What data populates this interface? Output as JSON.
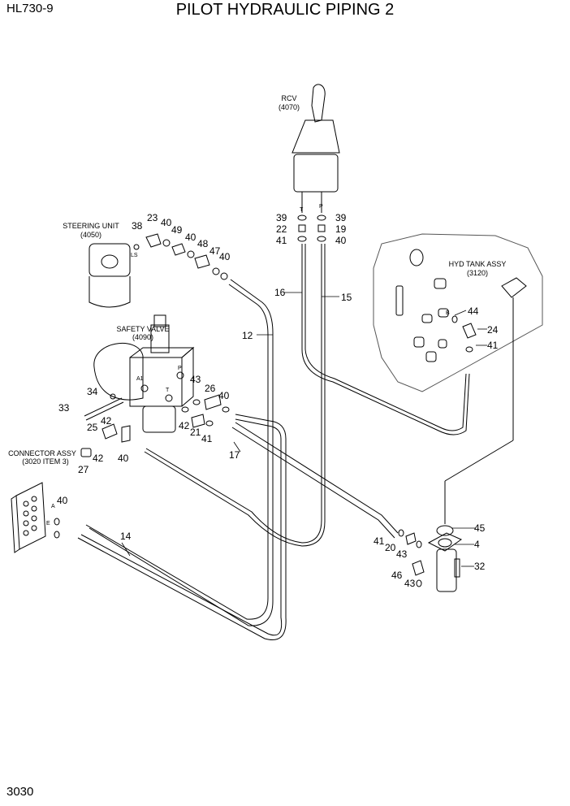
{
  "header": {
    "model": "HL730-9",
    "title": "PILOT HYDRAULIC PIPING 2"
  },
  "footer": {
    "page_number": "3030"
  },
  "components": {
    "rcv": {
      "name": "RCV",
      "code": "(4070)"
    },
    "steering": {
      "name": "STEERING UNIT",
      "code": "(4050)"
    },
    "safety_valve": {
      "name": "SAFETY VALVE",
      "code": "(4090)"
    },
    "hyd_tank": {
      "name": "HYD TANK ASSY",
      "code": "(3120)"
    },
    "connector": {
      "name": "CONNECTOR ASSY",
      "code": "(3020 ITEM 3)"
    }
  },
  "port_letters": {
    "ls": "LS",
    "a1": "A1",
    "p": "P",
    "t": "T",
    "rcv_t": "T",
    "rcv_p": "P",
    "tank_b": "B",
    "conn_a": "A",
    "conn_e": "E"
  },
  "callouts": [
    "39",
    "22",
    "41",
    "39",
    "19",
    "40",
    "16",
    "15",
    "44",
    "24",
    "41",
    "38",
    "23",
    "40",
    "49",
    "40",
    "48",
    "47",
    "40",
    "12",
    "34",
    "43",
    "26",
    "40",
    "33",
    "42",
    "25",
    "42",
    "21",
    "41",
    "17",
    "27",
    "42",
    "40",
    "40",
    "14",
    "45",
    "4",
    "41",
    "20",
    "43",
    "32",
    "46",
    "43"
  ]
}
